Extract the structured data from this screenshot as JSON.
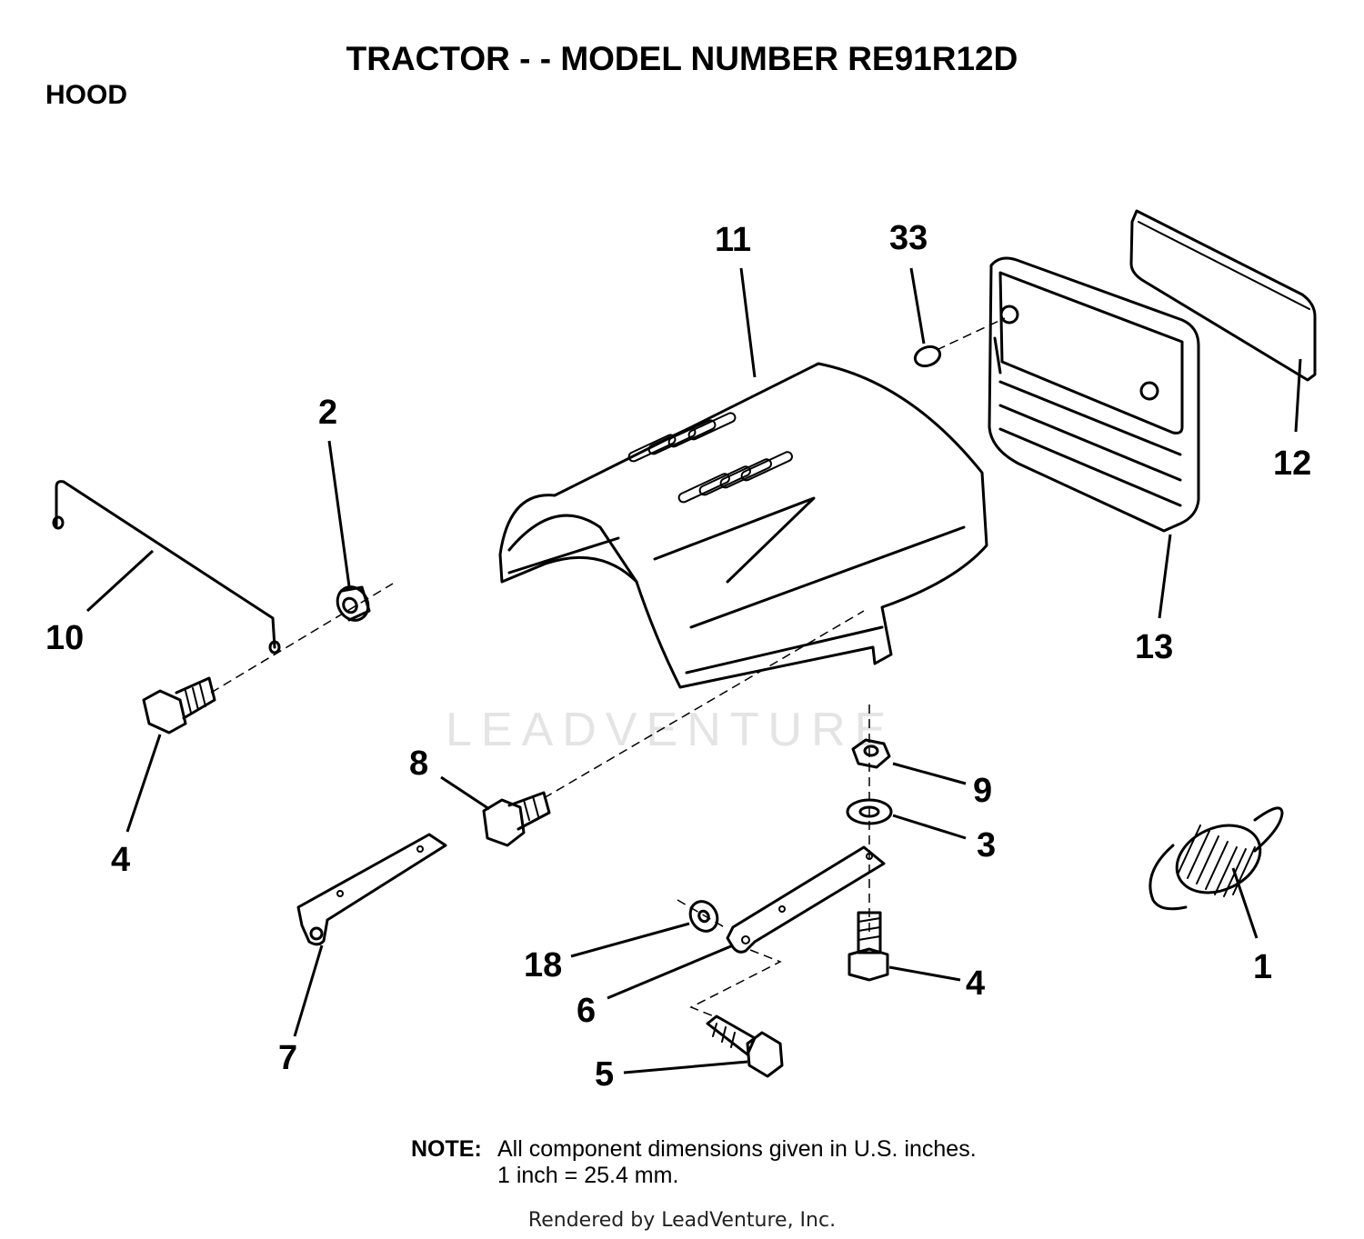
{
  "title": "TRACTOR - - MODEL NUMBER RE91R12D",
  "section": "HOOD",
  "watermark": "LEADVENTURE",
  "callouts": [
    {
      "id": "c11",
      "label": "11"
    },
    {
      "id": "c33",
      "label": "33"
    },
    {
      "id": "c12",
      "label": "12"
    },
    {
      "id": "c13",
      "label": "13"
    },
    {
      "id": "c2",
      "label": "2"
    },
    {
      "id": "c10",
      "label": "10"
    },
    {
      "id": "c4a",
      "label": "4"
    },
    {
      "id": "c8",
      "label": "8"
    },
    {
      "id": "c9",
      "label": "9"
    },
    {
      "id": "c3",
      "label": "3"
    },
    {
      "id": "c1",
      "label": "1"
    },
    {
      "id": "c18",
      "label": "18"
    },
    {
      "id": "c6",
      "label": "6"
    },
    {
      "id": "c4b",
      "label": "4"
    },
    {
      "id": "c7",
      "label": "7"
    },
    {
      "id": "c5",
      "label": "5"
    }
  ],
  "note": {
    "label": "NOTE:",
    "line1": "All component dimensions given in U.S. inches.",
    "line2": "1 inch = 25.4 mm."
  },
  "footer": "Rendered by LeadVenture, Inc."
}
